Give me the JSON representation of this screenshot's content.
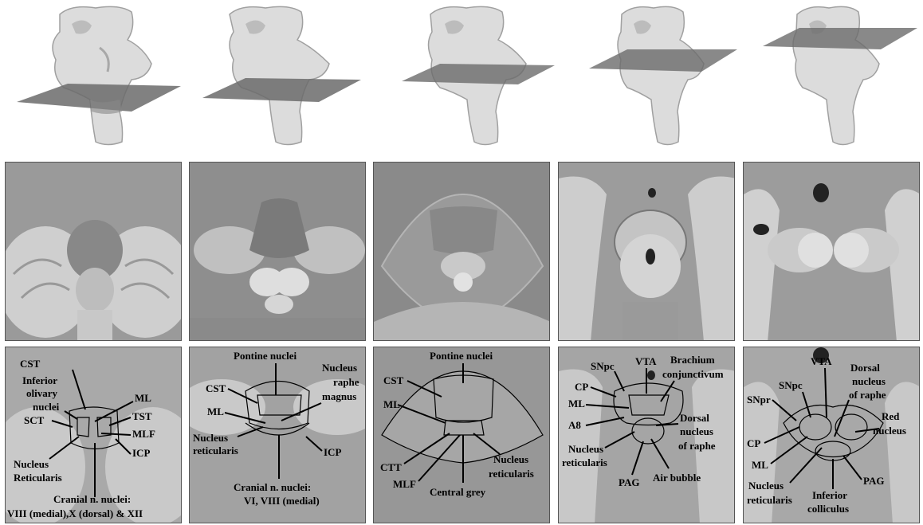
{
  "rows": {
    "models": [
      {
        "id": "level-1"
      },
      {
        "id": "level-2"
      },
      {
        "id": "level-3"
      },
      {
        "id": "level-4"
      },
      {
        "id": "level-5"
      }
    ],
    "mri": [
      {
        "id": "mri-1"
      },
      {
        "id": "mri-2"
      },
      {
        "id": "mri-3"
      },
      {
        "id": "mri-4"
      },
      {
        "id": "mri-5"
      }
    ]
  },
  "panels": [
    {
      "labels": {
        "cst": "CST",
        "inferior_olivary": [
          "Inferior",
          "olivary",
          "nuclei"
        ],
        "sct": "SCT",
        "ml": "ML",
        "tst": "TST",
        "mlf": "MLF",
        "icp": "ICP",
        "nucleus_reticularis": [
          "Nucleus",
          "Reticularis"
        ],
        "cranial": [
          "Cranial n. nuclei:",
          "VIII (medial),X (dorsal) & XII"
        ]
      }
    },
    {
      "labels": {
        "pontine": "Pontine nuclei",
        "cst": "CST",
        "raphe_magnus": [
          "Nucleus",
          "raphe",
          "magnus"
        ],
        "ml": "ML",
        "nucleus_reticularis": [
          "Nucleus",
          "reticularis"
        ],
        "icp": "ICP",
        "cranial": [
          "Cranial n. nuclei:",
          "VI, VIII (medial)"
        ]
      }
    },
    {
      "labels": {
        "pontine": "Pontine nuclei",
        "cst": "CST",
        "ml": "ML",
        "ctt": "CTT",
        "mlf": "MLF",
        "central_grey": "Central grey",
        "nucleus_reticularis": [
          "Nucleus",
          "reticularis"
        ]
      }
    },
    {
      "labels": {
        "snpc": "SNpc",
        "vta": "VTA",
        "brachium": [
          "Brachium",
          "conjunctivum"
        ],
        "cp": "CP",
        "ml": "ML",
        "a8": "A8",
        "dorsal_raphe": [
          "Dorsal",
          "nucleus",
          "of raphe"
        ],
        "nucleus_reticularis": [
          "Nucleus",
          "reticularis"
        ],
        "pag": "PAG",
        "air_bubble": "Air bubble"
      }
    },
    {
      "labels": {
        "vta": "VTA",
        "snpc": "SNpc",
        "dorsal_raphe": [
          "Dorsal",
          "nucleus",
          "of raphe"
        ],
        "snpr": "SNpr",
        "red_nucleus": [
          "Red",
          "nucleus"
        ],
        "cp": "CP",
        "ml": "ML",
        "nucleus_reticularis": [
          "Nucleus",
          "reticularis"
        ],
        "inferior_colliculus": [
          "Inferior",
          "colliculus"
        ],
        "pag": "PAG"
      }
    }
  ],
  "colors": {
    "model_fill": "#dcdcdc",
    "plane": "#6b6b6b",
    "mri_bg": "#9a9a9a",
    "mri_light": "#d6d6d6",
    "label": "#000000"
  }
}
